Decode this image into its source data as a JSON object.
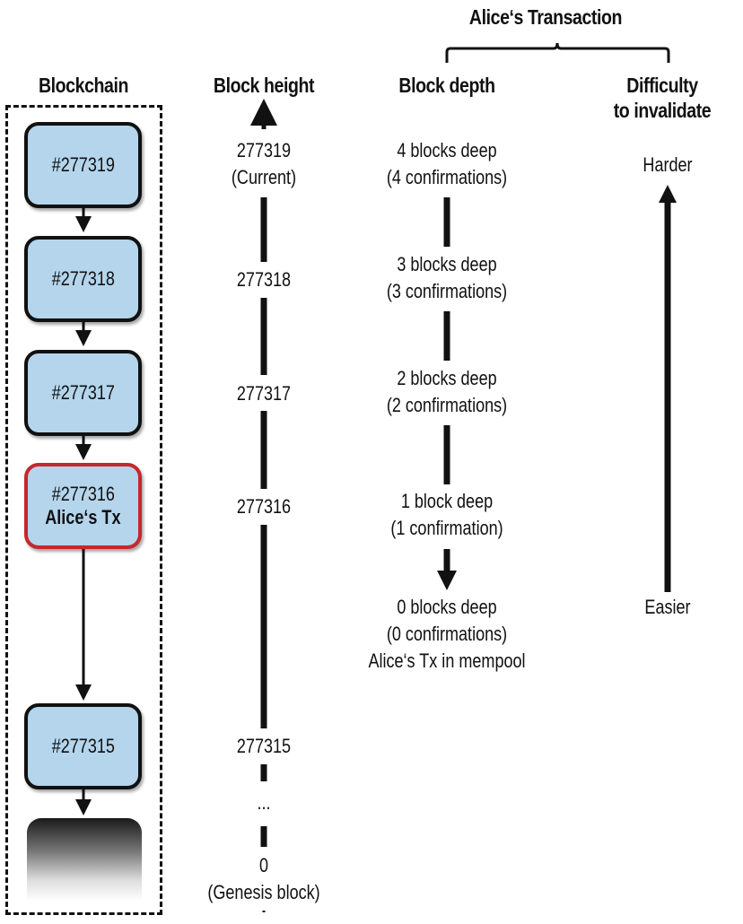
{
  "headers": {
    "blockchain": "Blockchain",
    "block_height": "Block height",
    "alice_transaction": "Alice‘s Transaction",
    "block_depth": "Block depth",
    "difficulty_line1": "Difficulty",
    "difficulty_line2": "to invalidate"
  },
  "blocks": [
    {
      "label": "#277319"
    },
    {
      "label": "#277318"
    },
    {
      "label": "#277317"
    },
    {
      "label": "#277316",
      "tx": "Alice‘s Tx",
      "highlight_color": "#c8262d"
    },
    {
      "label": "#277315"
    }
  ],
  "block_heights": [
    {
      "line1": "277319",
      "line2": "(Current)"
    },
    {
      "line1": "277318"
    },
    {
      "line1": "277317"
    },
    {
      "line1": "277316"
    },
    {
      "line1": "277315"
    },
    {
      "line1": "..."
    },
    {
      "line1": "0",
      "line2": "(Genesis block)"
    }
  ],
  "block_depths": [
    {
      "line1": "4 blocks deep",
      "line2": "(4 confirmations)"
    },
    {
      "line1": "3 blocks deep",
      "line2": "(3 confirmations)"
    },
    {
      "line1": "2 blocks deep",
      "line2": "(2 confirmations)"
    },
    {
      "line1": "1 block deep",
      "line2": "(1 confirmation)"
    },
    {
      "line1": "0 blocks deep",
      "line2": "(0 confirmations)",
      "line3": "Alice‘s Tx in mempool"
    }
  ],
  "difficulty": {
    "top": "Harder",
    "bottom": "Easier"
  },
  "colors": {
    "block_fill": "#b4d5ec",
    "block_border": "#111111",
    "alice_border": "#c8262d"
  }
}
